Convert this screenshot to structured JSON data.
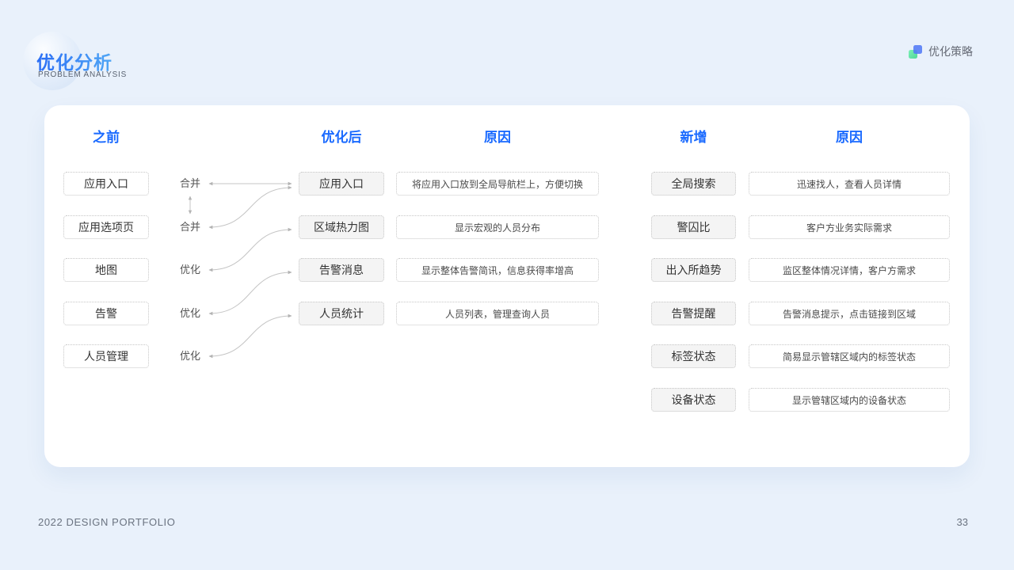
{
  "header": {
    "title": "优化分析",
    "subtitle": "PROBLEM ANALYSIS",
    "corner_label": "优化策略",
    "corner_icon": "overlap-squares-icon"
  },
  "footer": {
    "left": "2022 DESIGN PORTFOLIO",
    "page_number": "33"
  },
  "colors": {
    "bg": "#e9f1fb",
    "header_blue": "#1a6aff",
    "box_border": "#c6c6c6",
    "gray_fill": "#f4f4f4",
    "line": "#c4c4c4",
    "icon_green": "#5fe2a1",
    "icon_blue": "#5c8df6",
    "title_grad_a": "#2b6ef5",
    "title_grad_b": "#4fa6f5"
  },
  "diagram": {
    "before": {
      "header": "之前",
      "items": [
        "应用入口",
        "应用选项页",
        "地图",
        "告警",
        "人员管理"
      ]
    },
    "transforms": [
      "合并",
      "合并",
      "优化",
      "优化",
      "优化"
    ],
    "after": {
      "header": "优化后",
      "items": [
        "应用入口",
        "区域热力图",
        "告警消息",
        "人员统计"
      ]
    },
    "reason_mid": {
      "header": "原因",
      "items": [
        "将应用入口放到全局导航栏上，方便切换",
        "显示宏观的人员分布",
        "显示整体告警简讯，信息获得率增高",
        "人员列表，管理查询人员"
      ]
    },
    "added": {
      "header": "新增",
      "items": [
        "全局搜索",
        "警囚比",
        "出入所趋势",
        "告警提醒",
        "标签状态",
        "设备状态"
      ]
    },
    "reason_right": {
      "header": "原因",
      "items": [
        "迅速找人，查看人员详情",
        "客户方业务实际需求",
        "监区整体情况详情，客户方需求",
        "告警消息提示，点击链接到区域",
        "简易显示管辖区域内的标签状态",
        "显示管辖区域内的设备状态"
      ]
    }
  }
}
